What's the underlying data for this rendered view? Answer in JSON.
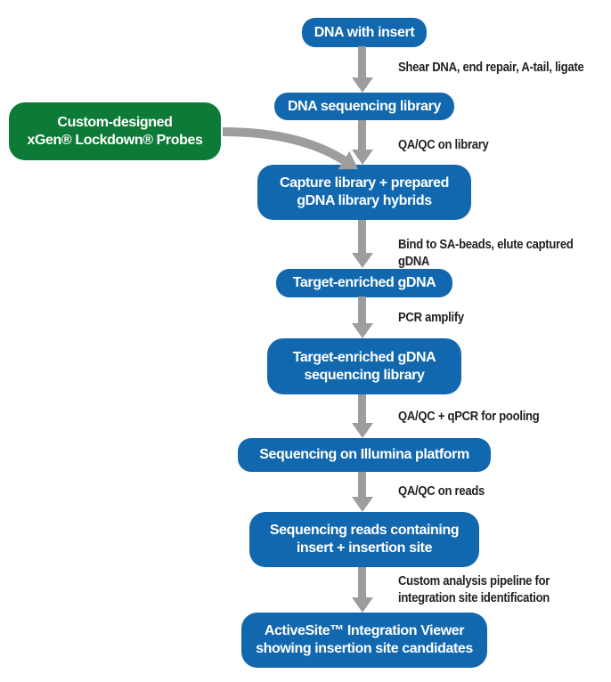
{
  "flow": {
    "colors": {
      "node_blue": "#1268ae",
      "node_green": "#0e7a37",
      "arrow_gray": "#9d9d9d",
      "label_dark": "#231f20"
    },
    "nodes": [
      {
        "id": "dna-with-insert",
        "label": "DNA with insert"
      },
      {
        "id": "dna-sequencing-library",
        "label": "DNA sequencing library"
      },
      {
        "id": "capture-hybrids",
        "label": "Capture library + prepared\ngDNA library hybrids"
      },
      {
        "id": "target-enriched-gdna",
        "label": "Target-enriched gDNA"
      },
      {
        "id": "target-enriched-library",
        "label": "Target-enriched gDNA\nsequencing library"
      },
      {
        "id": "sequencing-illumina",
        "label": "Sequencing on Illumina platform"
      },
      {
        "id": "reads-insertion-site",
        "label": "Sequencing reads containing\ninsert + insertion site"
      },
      {
        "id": "activesite-viewer",
        "label": "ActiveSite™ Integration Viewer\nshowing insertion site candidates"
      }
    ],
    "side_node": {
      "id": "xgen-probes",
      "label": "Custom-designed\nxGen® Lockdown® Probes"
    },
    "steps": [
      {
        "label": "Shear DNA, end repair, A-tail, ligate"
      },
      {
        "label": "QA/QC on library"
      },
      {
        "label": "Bind to SA-beads, elute captured gDNA"
      },
      {
        "label": "PCR amplify"
      },
      {
        "label": "QA/QC + qPCR for pooling"
      },
      {
        "label": "QA/QC on reads"
      },
      {
        "label": "Custom analysis pipeline for\nintegration site identification"
      }
    ]
  }
}
